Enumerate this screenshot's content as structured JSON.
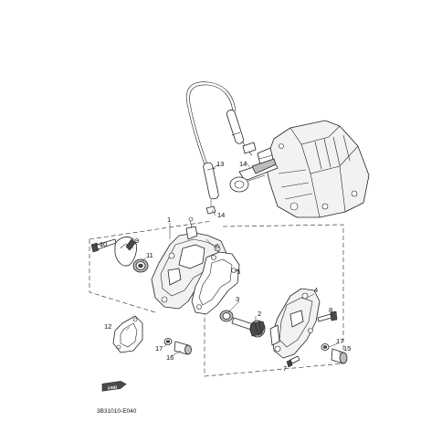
{
  "diagram": {
    "callouts": [
      "1",
      "2",
      "3",
      "4",
      "5",
      "6",
      "7",
      "8",
      "9",
      "10",
      "11",
      "12",
      "13",
      "14",
      "14",
      "15",
      "16",
      "17",
      "17"
    ],
    "direction_badge": "FWD",
    "catalog_code": "3B31010-E040"
  }
}
